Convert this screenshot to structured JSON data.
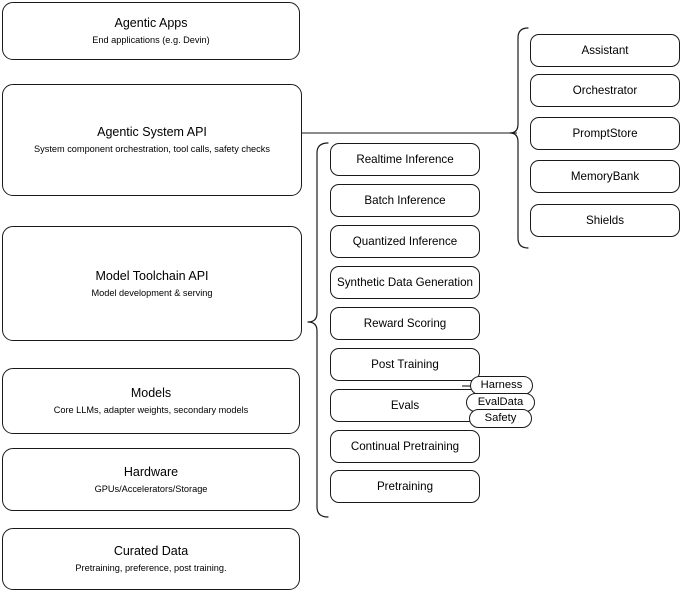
{
  "diagram": {
    "title": "AI Stack Layers Diagram",
    "stroke_color": "#1a1a1a",
    "background_color": "#ffffff"
  },
  "stack_layers": [
    {
      "name": "agentic-apps",
      "title": "Agentic Apps",
      "subtitle": "End applications (e.g. Devin)"
    },
    {
      "name": "agentic-system-api",
      "title": "Agentic System API",
      "subtitle": "System component orchestration, tool calls, safety checks"
    },
    {
      "name": "model-toolchain-api",
      "title": "Model Toolchain API",
      "subtitle": "Model development & serving"
    },
    {
      "name": "models",
      "title": "Models",
      "subtitle": "Core LLMs, adapter weights, secondary models"
    },
    {
      "name": "hardware",
      "title": "Hardware",
      "subtitle": "GPUs/Accelerators/Storage"
    },
    {
      "name": "curated-data",
      "title": "Curated Data",
      "subtitle": "Pretraining, preference, post training."
    }
  ],
  "toolchain_components": [
    {
      "name": "realtime-inference",
      "label": "Realtime Inference"
    },
    {
      "name": "batch-inference",
      "label": "Batch Inference"
    },
    {
      "name": "quantized-inference",
      "label": "Quantized Inference"
    },
    {
      "name": "synthetic-data-generation",
      "label": "Synthetic Data Generation"
    },
    {
      "name": "reward-scoring",
      "label": "Reward Scoring"
    },
    {
      "name": "post-training",
      "label": "Post Training"
    },
    {
      "name": "evals",
      "label": "Evals"
    },
    {
      "name": "continual-pretraining",
      "label": "Continual Pretraining"
    },
    {
      "name": "pretraining",
      "label": "Pretraining"
    }
  ],
  "evals_subcomponents": [
    {
      "name": "harness",
      "label": "Harness"
    },
    {
      "name": "evaldata",
      "label": "EvalData"
    },
    {
      "name": "safety",
      "label": "Safety"
    }
  ],
  "system_components": [
    {
      "name": "assistant",
      "label": "Assistant"
    },
    {
      "name": "orchestrator",
      "label": "Orchestrator"
    },
    {
      "name": "promptstore",
      "label": "PromptStore"
    },
    {
      "name": "memorybank",
      "label": "MemoryBank"
    },
    {
      "name": "shields",
      "label": "Shields"
    }
  ]
}
